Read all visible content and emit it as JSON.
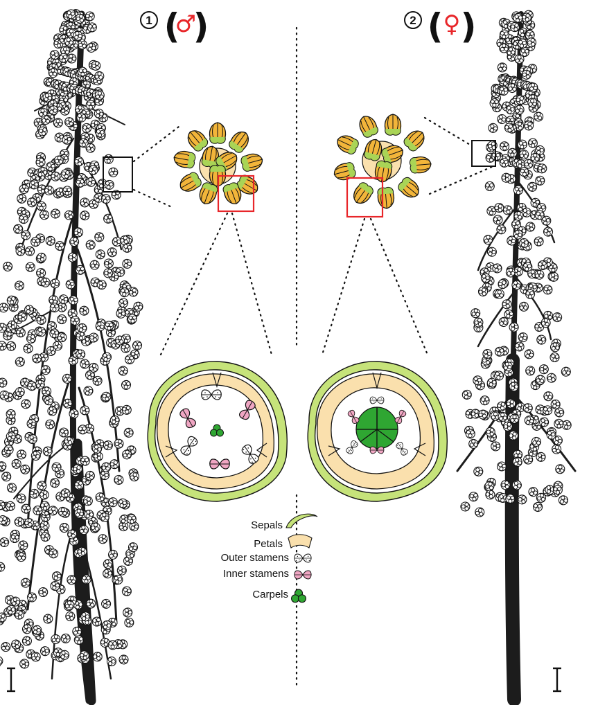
{
  "panels": [
    {
      "number": "1",
      "sex_symbol": "♂",
      "sex_color": "#e8262a"
    },
    {
      "number": "2",
      "sex_symbol": "♀",
      "sex_color": "#e8262a"
    }
  ],
  "legend": {
    "sepals": "Sepals",
    "petals": "Petals",
    "outer_stamens": "Outer stamens",
    "inner_stamens": "Inner stamens",
    "carpels": "Carpels"
  },
  "colors": {
    "stem": "#1c1c1c",
    "sepal": "#c6e37a",
    "petal": "#fae0ad",
    "bud": "#f2b53a",
    "inner_stamen": "#f0a6c3",
    "carpel": "#2fa632",
    "highlight_box": "#e8262a"
  }
}
